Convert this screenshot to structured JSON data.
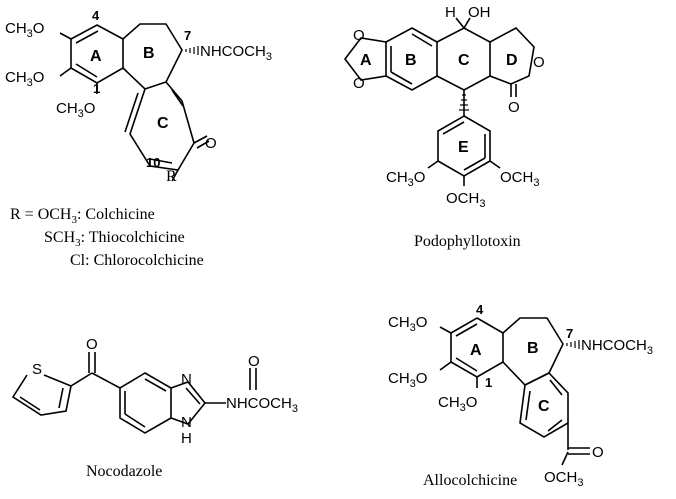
{
  "colchicine": {
    "ring_labels": [
      "A",
      "B",
      "C"
    ],
    "locants": [
      "4",
      "7",
      "1",
      "10"
    ],
    "groups": {
      "ome_top": [
        "CH",
        "3",
        "O"
      ],
      "ome_mid": [
        "CH",
        "3",
        "O"
      ],
      "ome_bottom": [
        "CH",
        "3",
        "O"
      ],
      "nhacetyl": [
        "NHCOCH",
        "3"
      ],
      "r": "R"
    },
    "legend": [
      [
        "R = OCH",
        "3",
        ": Colchicine"
      ],
      [
        "SCH",
        "3",
        ": Thiocolchicine"
      ],
      [
        "Cl: Chlorocolchicine"
      ]
    ]
  },
  "podophyllotoxin": {
    "ring_labels": [
      "A",
      "B",
      "C",
      "D",
      "E"
    ],
    "groups": {
      "h": "H",
      "oh": "OH",
      "ring_o_top": "O",
      "ring_o_bottom": "O",
      "lactone_o": "O",
      "carbonyl_o": "O",
      "ome_left": [
        "CH",
        "3",
        "O"
      ],
      "ome_right": [
        "OCH",
        "3"
      ],
      "ome_bottom": [
        "OCH",
        "3"
      ]
    },
    "caption": "Podophyllotoxin"
  },
  "nocodazole": {
    "groups": {
      "s": "S",
      "ketone_o": "O",
      "n": "N",
      "nh": [
        "N",
        "H"
      ],
      "carbamate_o": "O",
      "carbamate": [
        "NHCOCH",
        "3"
      ]
    },
    "caption": "Nocodazole"
  },
  "allocolchicine": {
    "ring_labels": [
      "A",
      "B",
      "C"
    ],
    "locants": [
      "4",
      "7",
      "1"
    ],
    "groups": {
      "ome_top": [
        "CH",
        "3",
        "O"
      ],
      "ome_mid": [
        "CH",
        "3",
        "O"
      ],
      "ome_bottom": [
        "CH",
        "3",
        "O"
      ],
      "nhacetyl": [
        "NHCOCH",
        "3"
      ],
      "ester_o": "O",
      "ester_ome": [
        "OCH",
        "3"
      ]
    },
    "caption": "Allocolchicine"
  }
}
